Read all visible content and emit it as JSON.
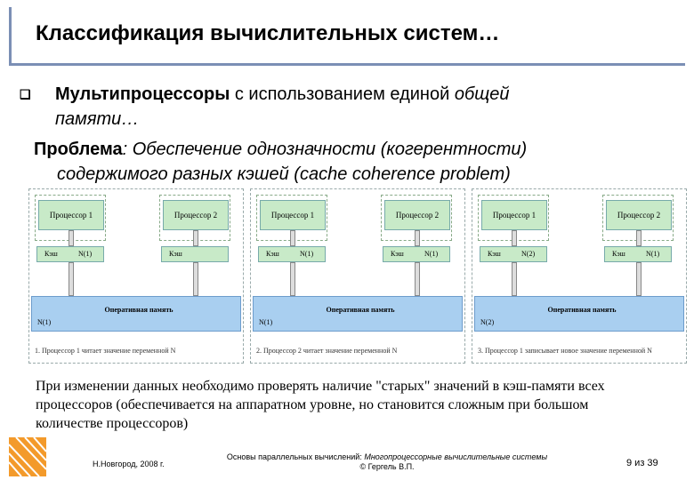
{
  "slide": {
    "title": "Классификация вычислительных систем…",
    "bullet_bold": "Мультипроцессоры",
    "bullet_rest": " с использованием единой ",
    "bullet_italic_1": "общей",
    "bullet_italic_2": "памяти…",
    "problem_bold": "Проблема",
    "problem_italic_1": ": Обеспечение однозначности (когерентности)",
    "problem_italic_2": "содержимого разных кэшей (",
    "problem_italic_3": "cache coherence problem",
    "problem_italic_4": ")",
    "caption": "При изменении данных необходимо проверять наличие \"старых\" значений в кэш-памяти всех процессоров (обеспечивается на аппаратном уровне, но становится сложным при большом количестве процессоров)"
  },
  "diagrams": [
    {
      "proc1": "Процессор 1",
      "proc2": "Процессор 2",
      "cache1_label": "Кэш",
      "cache1_value": "N(1)",
      "cache2_label": "Кэш",
      "cache2_value": "",
      "ram_label": "Оперативная память",
      "ram_value": "N(1)",
      "caption": "1. Процессор 1 читает значение переменной N"
    },
    {
      "proc1": "Процессор 1",
      "proc2": "Процессор 2",
      "cache1_label": "Кэш",
      "cache1_value": "N(1)",
      "cache2_label": "Кэш",
      "cache2_value": "N(1)",
      "ram_label": "Оперативная память",
      "ram_value": "N(1)",
      "caption": "2. Процессор 2 читает значение переменной N"
    },
    {
      "proc1": "Процессор 1",
      "proc2": "Процессор 2",
      "cache1_label": "Кэш",
      "cache1_value": "N(2)",
      "cache2_label": "Кэш",
      "cache2_value": "N(1)",
      "ram_label": "Оперативная память",
      "ram_value": "N(2)",
      "caption": "3. Процессор 1 записывает новое значение переменной N"
    }
  ],
  "footer": {
    "left": "Н.Новгород, 2008 г.",
    "mid_plain": "Основы параллельных вычислений: ",
    "mid_italic": "Многопроцессорные вычислительные системы",
    "author": "© Гергель В.П.",
    "page": "9 из 39"
  },
  "colors": {
    "accent": "#7b8fb5",
    "proc_fill": "#c8eac8",
    "ram_fill": "#a9cff0"
  }
}
